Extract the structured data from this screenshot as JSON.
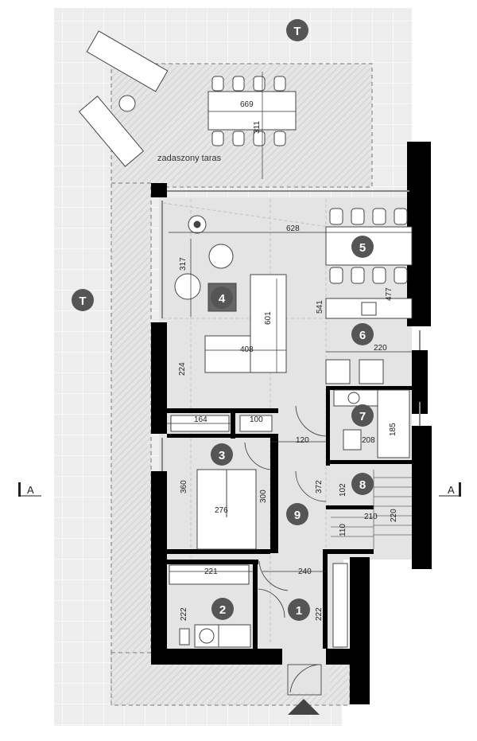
{
  "terrace": {
    "marker": "T",
    "label": "zadaszony taras"
  },
  "rooms": [
    {
      "id": "1",
      "label": "1"
    },
    {
      "id": "2",
      "label": "2"
    },
    {
      "id": "3",
      "label": "3"
    },
    {
      "id": "4",
      "label": "4"
    },
    {
      "id": "5",
      "label": "5"
    },
    {
      "id": "6",
      "label": "6"
    },
    {
      "id": "7",
      "label": "7"
    },
    {
      "id": "8",
      "label": "8"
    },
    {
      "id": "9",
      "label": "9"
    }
  ],
  "dimensions": {
    "table_w": "669",
    "table_h": "311",
    "living_w": "628",
    "living_h": "317",
    "sofa_w": "408",
    "sofa_h": "601",
    "dining_h": "541",
    "kitchen_h": "477",
    "kitchen_w": "220",
    "left_h": "224",
    "closet_w": "164",
    "closet2_w": "100",
    "hall_w": "120",
    "bath_h": "185",
    "bath_w": "208",
    "bed_h": "360",
    "bed_w": "276",
    "bed_h2": "300",
    "hall_h": "372",
    "stairs_h": "102",
    "stairs_w": "210",
    "stairs_h2": "220",
    "stairs_h3": "110",
    "util_w": "221",
    "util_h": "222",
    "entry_w": "240",
    "entry_h": "222"
  },
  "section": {
    "left": "A",
    "right": "A"
  },
  "colors": {
    "wall": "#000000",
    "room_floor": "#e4e4e4",
    "terrace_floor": "#ededed",
    "grid": "#ffffff",
    "marker": "#555555"
  }
}
